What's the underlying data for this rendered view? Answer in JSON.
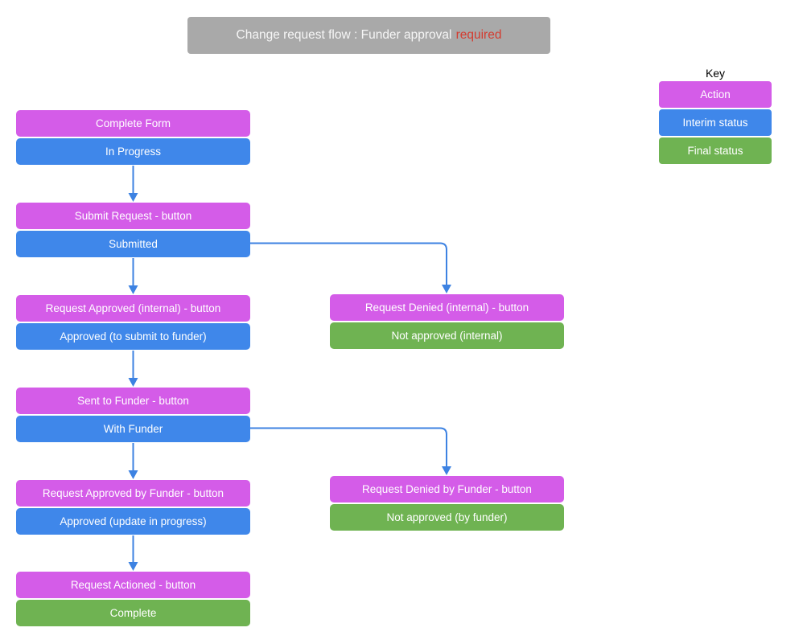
{
  "title": {
    "text": "Change request flow : Funder approval",
    "highlight": "required"
  },
  "key": {
    "heading": "Key",
    "items": [
      {
        "label": "Action",
        "type": "action"
      },
      {
        "label": "Interim status",
        "type": "interim"
      },
      {
        "label": "Final status",
        "type": "final"
      }
    ]
  },
  "colors": {
    "action": "#d45ce8",
    "interim": "#3f87ea",
    "final": "#6fb352",
    "title_bg": "#a9a9a9",
    "highlight": "#d43c30",
    "connector": "#3d82e2"
  },
  "flow": {
    "main": [
      {
        "action": "Complete Form",
        "status": "In Progress",
        "status_type": "interim"
      },
      {
        "action": "Submit Request - button",
        "status": "Submitted",
        "status_type": "interim"
      },
      {
        "action": "Request Approved (internal) - button",
        "status": "Approved (to submit to funder)",
        "status_type": "interim"
      },
      {
        "action": "Sent to Funder - button",
        "status": "With Funder",
        "status_type": "interim"
      },
      {
        "action": "Request Approved by Funder - button",
        "status": "Approved (update in progress)",
        "status_type": "interim"
      },
      {
        "action": "Request Actioned - button",
        "status": "Complete",
        "status_type": "final"
      }
    ],
    "branches": [
      {
        "from": "Submitted",
        "action": "Request Denied (internal) - button",
        "status": "Not approved (internal)",
        "status_type": "final"
      },
      {
        "from": "With Funder",
        "action": "Request Denied by Funder - button",
        "status": "Not approved (by funder)",
        "status_type": "final"
      }
    ]
  }
}
